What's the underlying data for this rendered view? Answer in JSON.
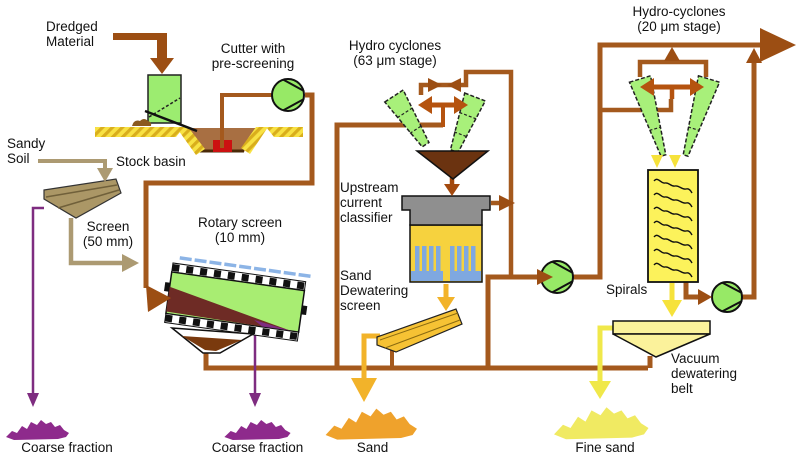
{
  "labels": {
    "dredged_material": {
      "text": "Dredged\nMaterial"
    },
    "cutter": {
      "text": "Cutter with\npre-screening"
    },
    "hydrocyclones_63": {
      "text": "Hydro cyclones\n(63 μm stage)"
    },
    "hydrocyclones_20": {
      "text": "Hydro-cyclones\n(20 μm stage)"
    },
    "sandy_soil": {
      "text": "Sandy\nSoil"
    },
    "stock_basin": {
      "text": "Stock basin"
    },
    "screen_50": {
      "text": "Screen\n(50 mm)"
    },
    "rotary_screen": {
      "text": "Rotary screen\n(10 mm)"
    },
    "upstream_classifier": {
      "text": "Upstream\ncurrent\nclassifier"
    },
    "sand_dewatering_screen": {
      "text": "Sand\nDewatering\nscreen"
    },
    "spirals": {
      "text": "Spirals"
    },
    "vacuum_belt": {
      "text": "Vacuum\ndewatering\nbelt"
    },
    "coarse_fraction_left": {
      "text": "Coarse fraction"
    },
    "coarse_fraction_mid": {
      "text": "Coarse fraction"
    },
    "sand": {
      "text": "Sand"
    },
    "fine_sand": {
      "text": "Fine sand"
    }
  },
  "colors": {
    "pipe_brown": "#A4591D",
    "arrow_brown": "#9C4E13",
    "feed_orange": "#B5530F",
    "equipment_green": "#A8ED72",
    "pump_green": "#97E966",
    "drum_maroon": "#6E2B25",
    "coarse_purple": "#8E2A8C",
    "line_purple": "#7E2C80",
    "sand_gold": "#F2B32A",
    "sand_pile_orange": "#EFA22C",
    "spiral_yellow": "#FCF25B",
    "fine_sand_yellow": "#F0EA62",
    "water_blue": "#7FA8E0",
    "classifier_gray": "#8F8F8F",
    "soil_tan": "#AB9766",
    "basin_brown": "#A86F42",
    "ground_yellow": "#F8E244",
    "cutter_red": "#CC1111"
  }
}
